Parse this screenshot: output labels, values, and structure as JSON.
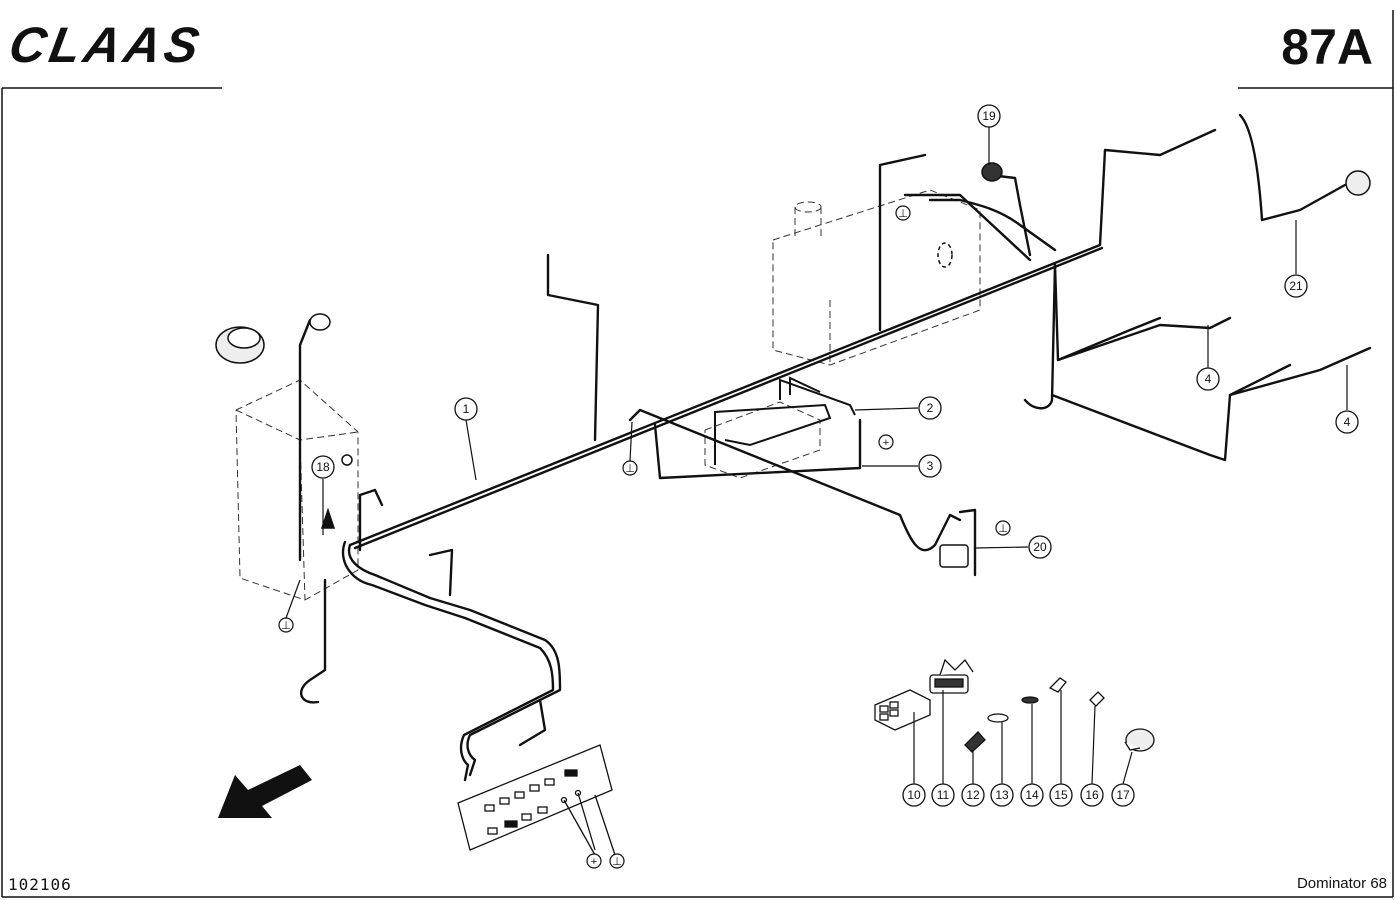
{
  "header": {
    "brand": "CLAAS",
    "page_number": "87A"
  },
  "footer": {
    "doc_number": "102106",
    "model": "Dominator 68"
  },
  "callouts": {
    "c1": "1",
    "c2": "2",
    "c3": "3",
    "c4a": "4",
    "c4b": "4",
    "c10": "10",
    "c11": "11",
    "c12": "12",
    "c13": "13",
    "c14": "14",
    "c15": "15",
    "c16": "16",
    "c17": "17",
    "c18": "18",
    "c19": "19",
    "c20": "20",
    "c21": "21"
  },
  "symbols": {
    "ground": "⊥",
    "plus": "+"
  }
}
